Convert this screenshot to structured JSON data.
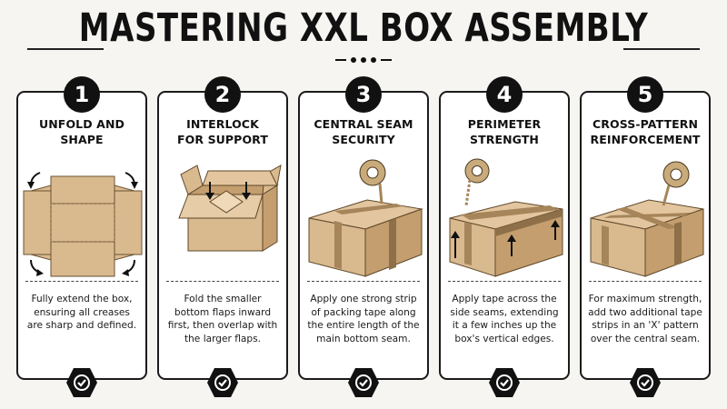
{
  "title": "MASTERING XXL BOX ASSEMBLY",
  "steps": [
    {
      "number": "1",
      "title": [
        "UNFOLD AND SHAPE"
      ],
      "description": [
        "Fully extend the box,",
        "ensuring all creases",
        "are sharp and defined."
      ]
    },
    {
      "number": "2",
      "title": [
        "INTERLOCK",
        "FOR SUPPORT"
      ],
      "description": [
        "Fold the smaller",
        "bottom flaps inward",
        "first, then overlap with",
        "the larger flaps."
      ]
    },
    {
      "number": "3",
      "title": [
        "CENTRAL SEAM",
        "SECURITY"
      ],
      "description": [
        "Apply one strong strip",
        "of packing tape along",
        "the entire length of the",
        "main bottom seam."
      ]
    },
    {
      "number": "4",
      "title": [
        "PERIMETER",
        "STRENGTH"
      ],
      "description": [
        "Apply tape across the",
        "side seams, extending",
        "it a few inches up the",
        "box's vertical edges."
      ]
    },
    {
      "number": "5",
      "title": [
        "CROSS-PATTERN",
        "REINFORCEMENT"
      ],
      "description": [
        "For maximum strength,",
        "add two additional tape",
        "strips in an 'X' pattern",
        "over the central seam."
      ]
    }
  ],
  "icons": {
    "check": "check-badge-icon",
    "rotate": "rotate-arrow-icon",
    "down_arrow": "down-arrow-icon",
    "up_arrow": "up-arrow-icon",
    "tape_roll": "tape-roll-icon"
  },
  "colors": {
    "background": "#f6f5f2",
    "cardboard": "#d9b98e",
    "cardboard_dark": "#c49e6e",
    "tape": "#a58559",
    "ink": "#111111"
  }
}
